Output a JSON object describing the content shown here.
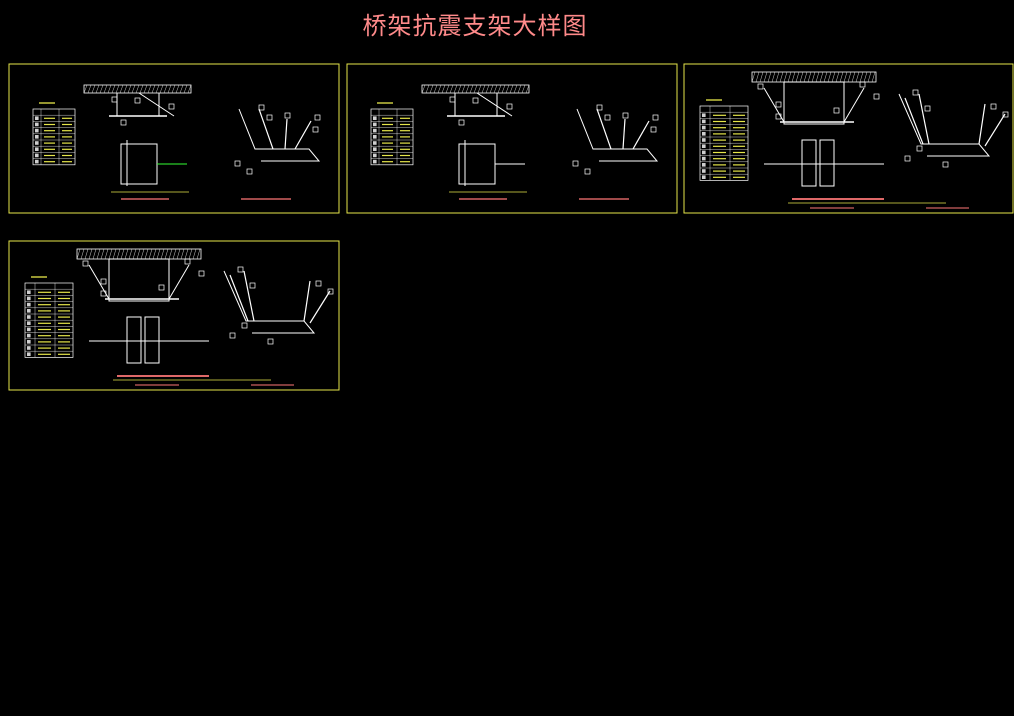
{
  "title": "桥架抗震支架大样图",
  "colors": {
    "background": "#000000",
    "frame": "#e6e64a",
    "title": "#ff8a8a",
    "drawing": "#ffffff",
    "callout": "#e6e64a",
    "caption": "#ff7777",
    "accent": "#33ff33"
  },
  "sheets": [
    {
      "id": "sheet-1",
      "variant": "single",
      "table_rows": 8
    },
    {
      "id": "sheet-2",
      "variant": "single",
      "table_rows": 8
    },
    {
      "id": "sheet-3",
      "variant": "double",
      "table_rows": 10
    },
    {
      "id": "sheet-4",
      "variant": "double",
      "table_rows": 10
    }
  ]
}
